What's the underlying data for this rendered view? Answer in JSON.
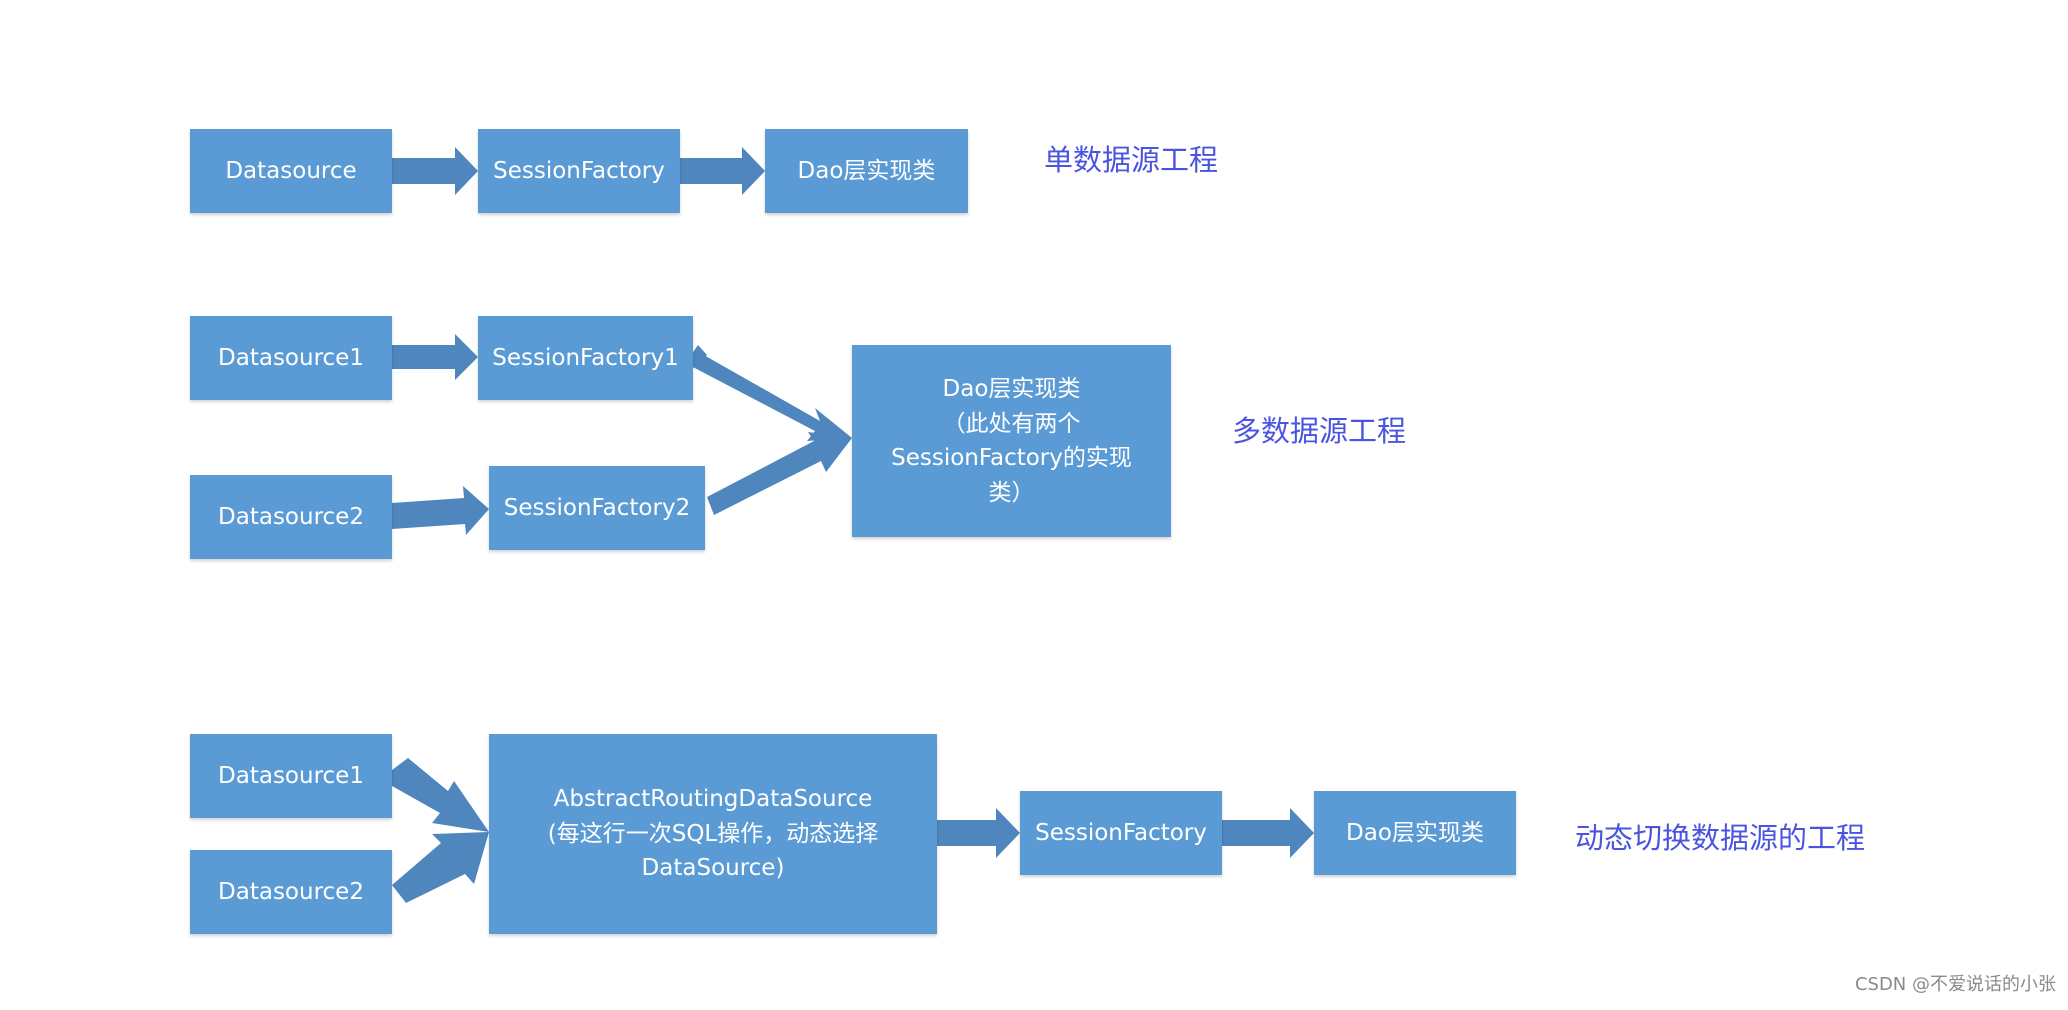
{
  "colors": {
    "box_fill": "#5b9bd5",
    "arrow_fill": "#4e86bd",
    "label_text": "#4a54e0",
    "watermark_text": "#8a8a8a"
  },
  "single_source": {
    "datasource": "Datasource",
    "session_factory": "SessionFactory",
    "dao": "Dao层实现类",
    "caption": "单数据源工程"
  },
  "multi_source": {
    "datasource1": "Datasource1",
    "datasource2": "Datasource2",
    "session_factory1": "SessionFactory1",
    "session_factory2": "SessionFactory2",
    "dao_lines": [
      "Dao层实现类",
      "（此处有两个",
      "SessionFactory的实现",
      "类）"
    ],
    "caption": "多数据源工程"
  },
  "dynamic_source": {
    "datasource1": "Datasource1",
    "datasource2": "Datasource2",
    "routing_lines": [
      "AbstractRoutingDataSource",
      "(每这行一次SQL操作，动态选择",
      "DataSource)"
    ],
    "session_factory": "SessionFactory",
    "dao": "Dao层实现类",
    "caption": "动态切换数据源的工程"
  },
  "watermark": "CSDN @不爱说话的小张"
}
